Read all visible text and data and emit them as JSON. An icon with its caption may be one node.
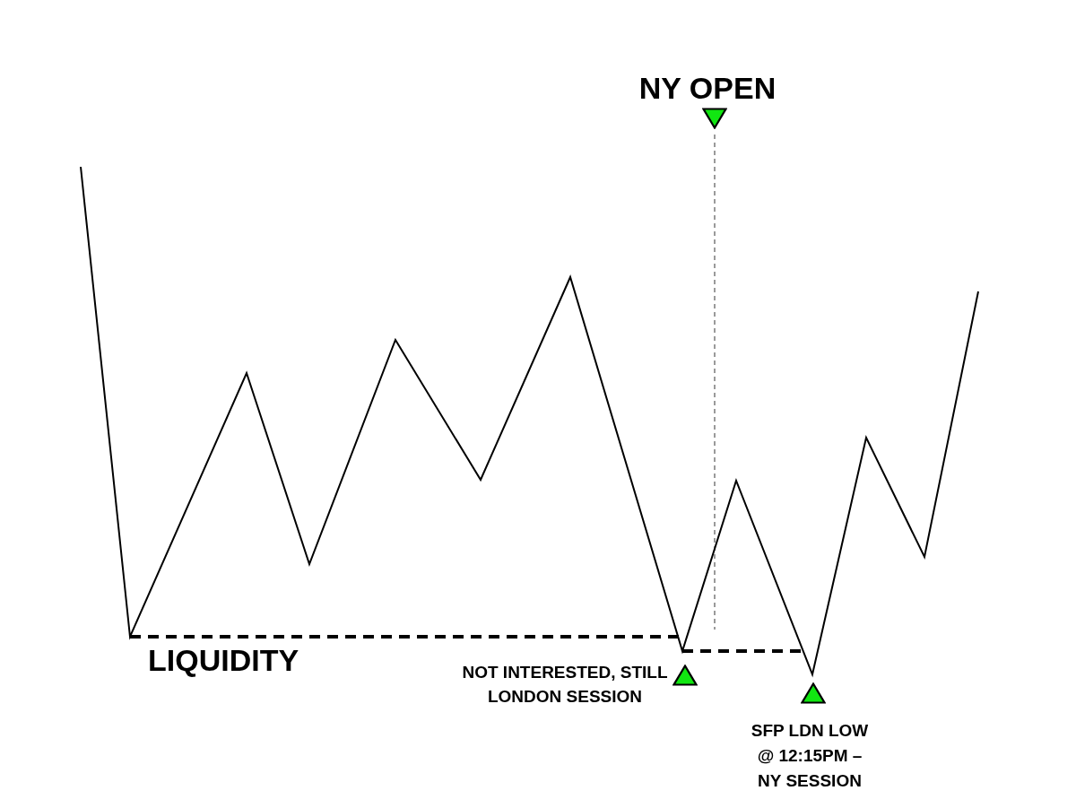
{
  "diagram": {
    "labels": [
      "NY OPEN",
      "LIQUIDITY",
      "NOT INTERESTED, STILL LONDON SESSION",
      "SFP LDN LOW @ 12:15PM – NY SESSION"
    ]
  }
}
